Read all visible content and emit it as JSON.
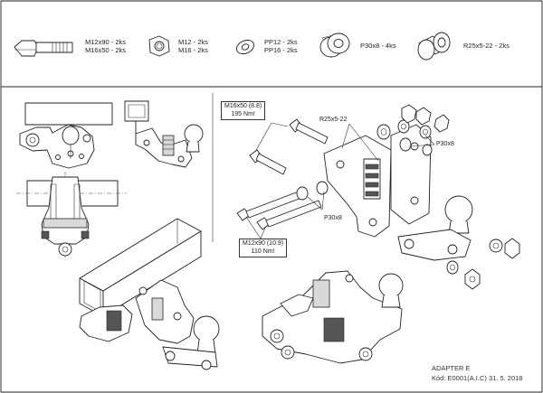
{
  "parts_legend": [
    {
      "icon": "bolt-icon",
      "lines": [
        "M12x90 - 2ks",
        "M16x50 - 2ks"
      ]
    },
    {
      "icon": "nut-icon",
      "lines": [
        "M12 - 2ks",
        "M16 - 2ks"
      ]
    },
    {
      "icon": "washer-icon",
      "lines": [
        "PP12 - 2ks",
        "PP16 - 2ks"
      ]
    },
    {
      "icon": "spacer-ring-icon",
      "lines": [
        "P30x8 - 4ks"
      ]
    },
    {
      "icon": "spacer-tube-icon",
      "lines": [
        "R25x5-22 - 2ks"
      ]
    }
  ],
  "callouts": {
    "torque_m16": [
      "M16x50 (8.8)",
      "195 Nm!"
    ],
    "torque_m12": [
      "M12x90 (10.9)",
      "110 Nm!"
    ],
    "spacer_tube": "R25x5-22",
    "spacer_ring_top": "P30x8",
    "spacer_ring_bottom": "P30x8"
  },
  "footer": {
    "title": "ADAPTER E",
    "code_line": "Kód: E0001(A.I.C)  31. 5. 2018"
  }
}
